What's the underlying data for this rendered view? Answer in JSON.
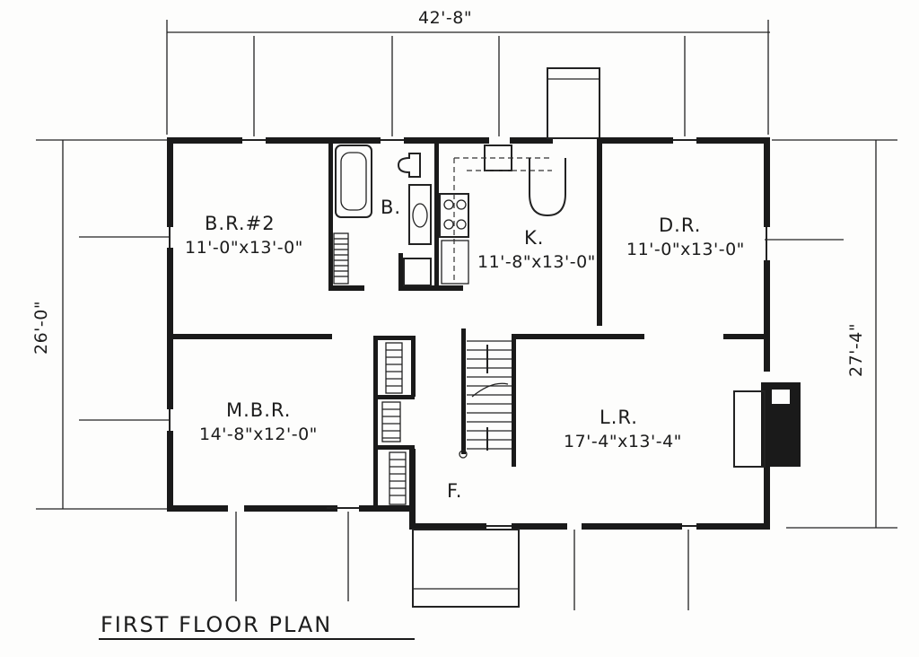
{
  "plan": {
    "title": "FIRST FLOOR PLAN",
    "overall_width": "42'-8\"",
    "left_depth": "26'-0\"",
    "right_depth": "27'-4\""
  },
  "rooms": {
    "br2": {
      "name": "B.R.#2",
      "size": "11'-0\"x13'-0\""
    },
    "bath": {
      "name": "B."
    },
    "kitchen": {
      "name": "K.",
      "size": "11'-8\"x13'-0\""
    },
    "dining": {
      "name": "D.R.",
      "size": "11'-0\"x13'-0\""
    },
    "mbr": {
      "name": "M.B.R.",
      "size": "14'-8\"x12'-0\""
    },
    "living": {
      "name": "L.R.",
      "size": "17'-4\"x13'-4\""
    },
    "foyer": {
      "name": "F."
    }
  },
  "colors": {
    "ink": "#1a1a1a",
    "paper": "#fdfdfc"
  }
}
